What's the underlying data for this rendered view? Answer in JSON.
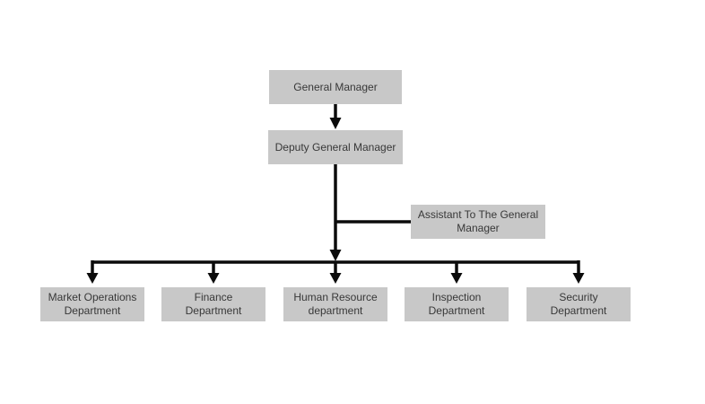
{
  "diagram": {
    "type": "org-chart",
    "background": "#ffffff",
    "colors": {
      "node_fill": "#c8c8c8",
      "node_text": "#383838",
      "connector": "#0b0b0b"
    },
    "nodes": {
      "general_manager": {
        "label": "General Manager"
      },
      "deputy_general_manager": {
        "label": "Deputy General Manager"
      },
      "assistant_to_general_manager": {
        "label": "Assistant To The General\nManager"
      },
      "market_operations": {
        "label": "Market Operations\nDepartment"
      },
      "finance": {
        "label": "Finance\nDepartment"
      },
      "human_resource": {
        "label": "Human Resource\ndepartment"
      },
      "inspection": {
        "label": "Inspection\nDepartment"
      },
      "security": {
        "label": "Security\nDepartment"
      }
    },
    "hierarchy": [
      {
        "from": "General Manager",
        "to": "Deputy General Manager"
      },
      {
        "from": "Deputy General Manager",
        "to": "Assistant To The General Manager"
      },
      {
        "from": "Deputy General Manager",
        "to": "Market Operations Department"
      },
      {
        "from": "Deputy General Manager",
        "to": "Finance Department"
      },
      {
        "from": "Deputy General Manager",
        "to": "Human Resource department"
      },
      {
        "from": "Deputy General Manager",
        "to": "Inspection Department"
      },
      {
        "from": "Deputy General Manager",
        "to": "Security Department"
      }
    ]
  }
}
